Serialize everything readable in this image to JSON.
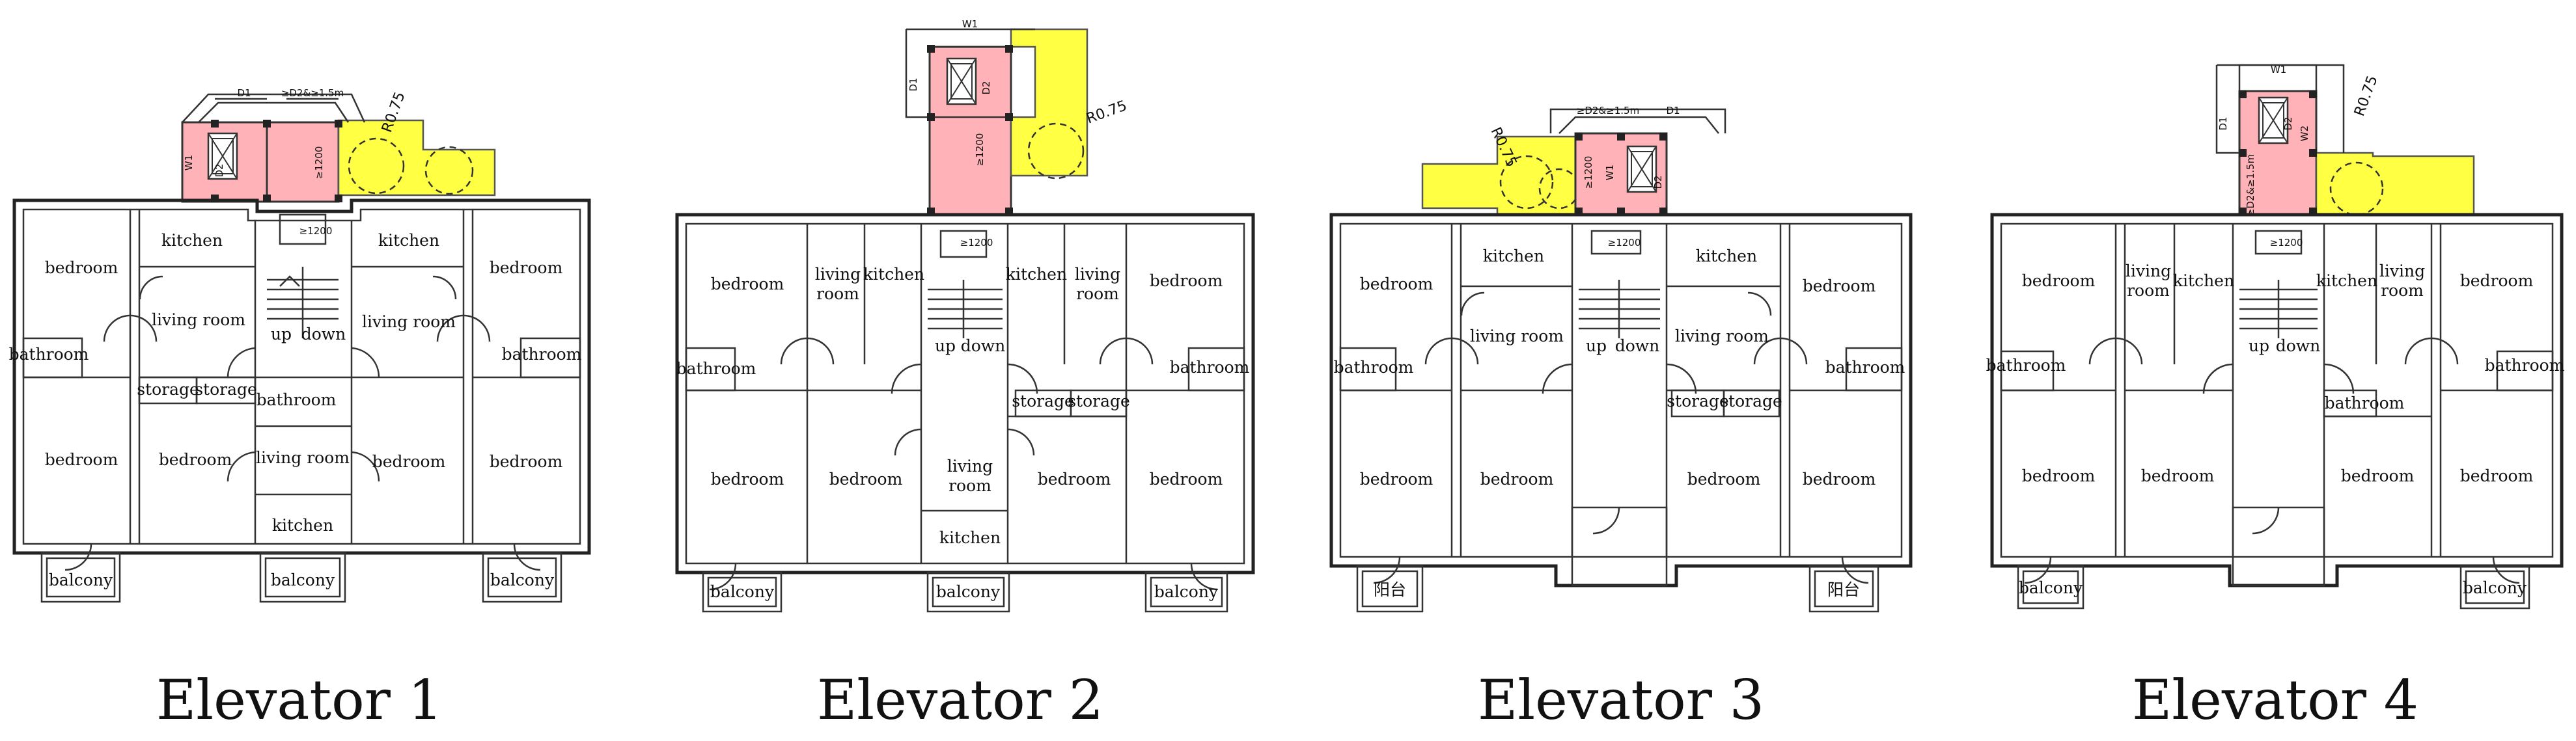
{
  "rooms": {
    "bedroom": "bedroom",
    "kitchen": "kitchen",
    "living_room": "living room",
    "living_room_a": "living",
    "living_room_b": "room",
    "bathroom": "bathroom",
    "storage": "storage",
    "balcony": "balcony",
    "balcony_cn": "阳台",
    "up": "up",
    "down": "down"
  },
  "dims": {
    "d1": "D1",
    "w1": "W1",
    "d2": "D2",
    "w2": "W2",
    "gap": "≥D2&≥1.5m",
    "clear": "≥1200",
    "radius": "R0.75"
  },
  "captions": [
    "Elevator 1",
    "Elevator 2",
    "Elevator 3",
    "Elevator 4"
  ]
}
